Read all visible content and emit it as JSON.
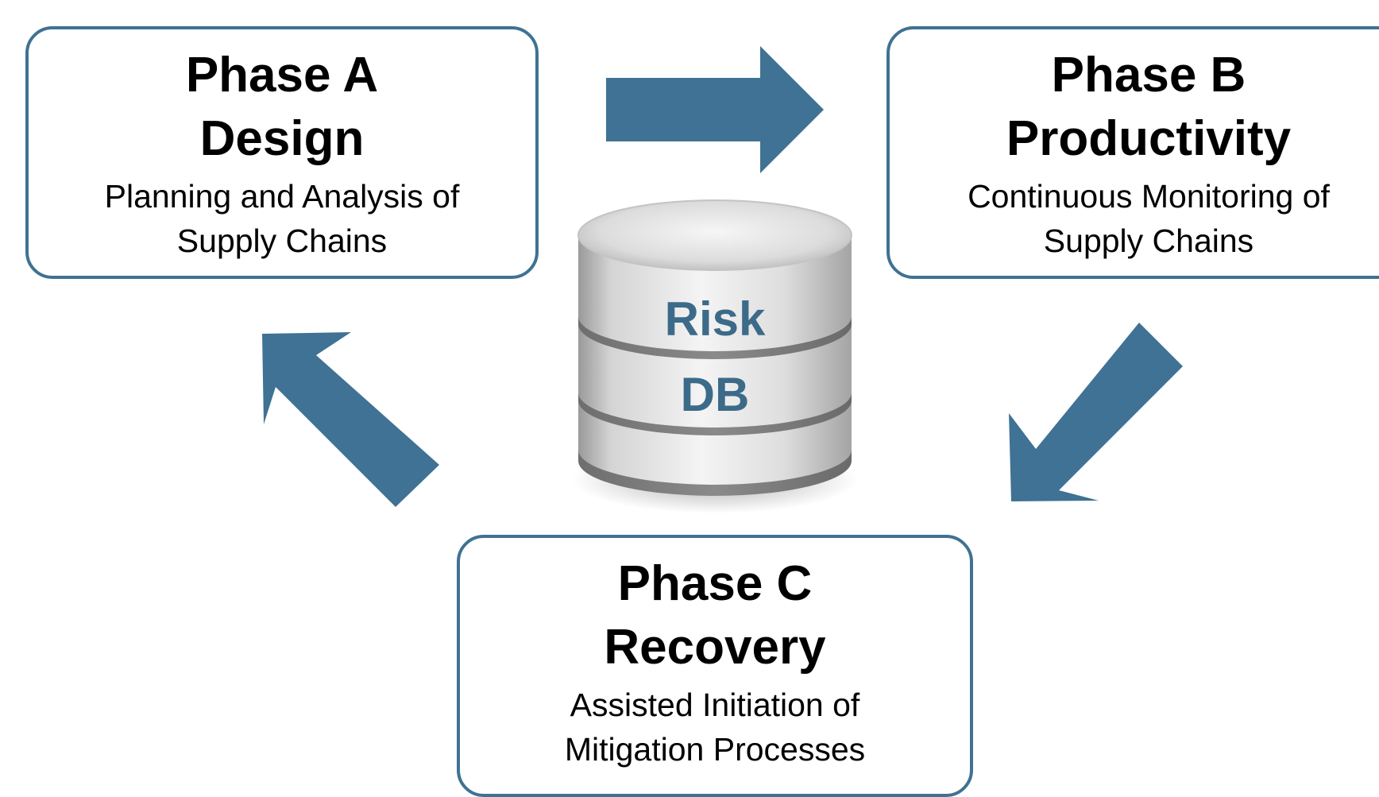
{
  "colors": {
    "accent": "#3f7292",
    "arrow": "#3f7294",
    "db_text": "#3c6b89"
  },
  "phases": [
    {
      "name": "Phase A",
      "title": "Design",
      "description_lines": [
        "Planning and Analysis of",
        "Supply Chains"
      ]
    },
    {
      "name": "Phase B",
      "title": "Productivity",
      "description_lines": [
        "Continuous Monitoring of",
        "Supply Chains"
      ]
    },
    {
      "name": "Phase C",
      "title": "Recovery",
      "description_lines": [
        "Assisted Initiation of",
        "Mitigation Processes"
      ]
    }
  ],
  "database": {
    "icon": "database-icon",
    "label_lines": [
      "Risk",
      "DB"
    ]
  },
  "arrows": [
    {
      "icon": "arrow-right-icon",
      "from": "Phase A",
      "to": "Phase B"
    },
    {
      "icon": "arrow-down-left-icon",
      "from": "Phase B",
      "to": "Phase C"
    },
    {
      "icon": "arrow-up-left-icon",
      "from": "Phase C",
      "to": "Phase A"
    }
  ]
}
